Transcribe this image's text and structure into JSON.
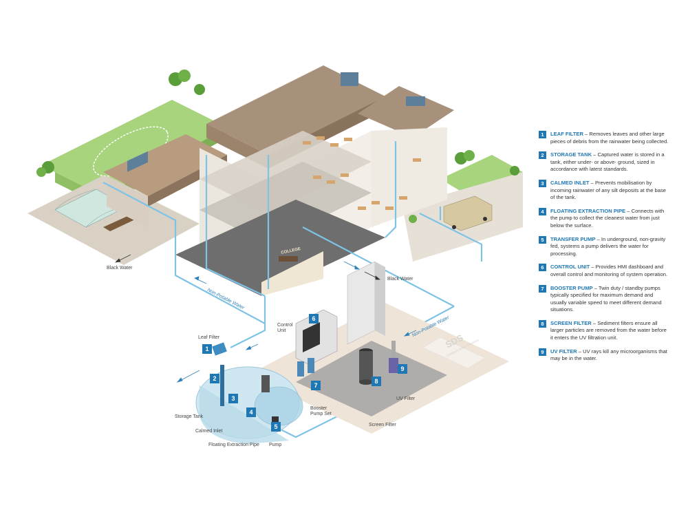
{
  "callouts": [
    {
      "n": "1",
      "label": "Leaf Filter"
    },
    {
      "n": "2",
      "label": "Storage Tank"
    },
    {
      "n": "3",
      "label": "Calmed Inlet"
    },
    {
      "n": "4",
      "label": "Floating Extraction Pipe"
    },
    {
      "n": "5",
      "label": "Pump"
    },
    {
      "n": "6",
      "label": "Control Unit"
    },
    {
      "n": "7",
      "label": "Booster Pump Set"
    },
    {
      "n": "8",
      "label": "Screen Filter"
    },
    {
      "n": "9",
      "label": "UV Filter"
    }
  ],
  "flow_labels": {
    "black_water_left": "Black Water",
    "black_water_right": "Black Water",
    "non_potable_upper": "Non-Potable Water",
    "non_potable_right": "Non-Potable Water"
  },
  "building": {
    "sign": "COLLEGE"
  },
  "plant_room": {
    "logo": "SDS",
    "logo_sub": "Intelligent Water Solutions"
  },
  "legend": [
    {
      "n": "1",
      "title": "LEAF FILTER",
      "text": " – Removes leaves and other large pieces of debris from the rainwater being collected."
    },
    {
      "n": "2",
      "title": "STORAGE TANK",
      "text": " – Captured water is stored in a tank, either under- or above- ground, sized in accordance with latest standards."
    },
    {
      "n": "3",
      "title": "CALMED INLET",
      "text": " – Prevents mobilisation by incoming rainwater of any silt deposits at the base of the tank."
    },
    {
      "n": "4",
      "title": "FLOATING EXTRACTION PIPE",
      "text": " – Connects with the pump to collect the cleanest water from just below the surface."
    },
    {
      "n": "5",
      "title": "TRANSFER PUMP",
      "text": " – In underground, non-gravity fed, systems a pump delivers the water for processing."
    },
    {
      "n": "6",
      "title": "CONTROL UNIT",
      "text": " – Provides HMI dashboard and overall control and monitoring of system operation."
    },
    {
      "n": "7",
      "title": "BOOSTER PUMP",
      "text": " – Twin duty / standby pumps typically specified for maximum demand and usually variable speed to meet different demand situations."
    },
    {
      "n": "8",
      "title": "SCREEN FILTER",
      "text": " – Sediment filters ensure all larger particles are removed from the water before it enters the UV filtration unit."
    },
    {
      "n": "9",
      "title": "UV FILTER",
      "text": " – UV rays kill any microorganisms that may be in the water."
    }
  ],
  "colors": {
    "pipe": "#7ec3e6",
    "badge": "#1f77b4",
    "roof": "#a08a72",
    "grass": "#9fcf75",
    "tank": "#bcdcea"
  }
}
